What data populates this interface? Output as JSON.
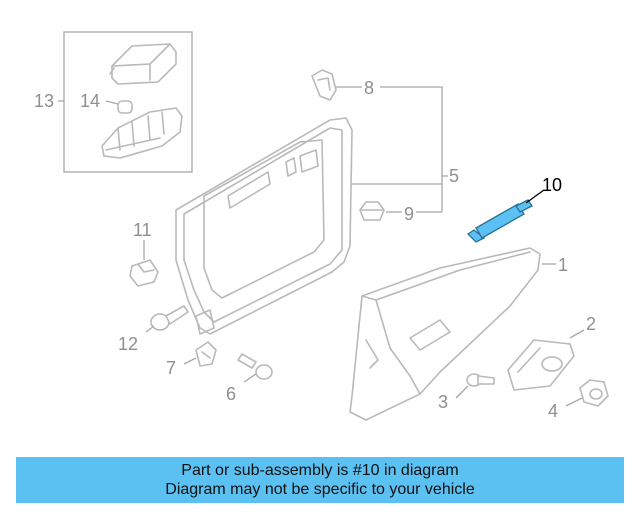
{
  "callouts": {
    "c1": "1",
    "c2": "2",
    "c3": "3",
    "c4": "4",
    "c5": "5",
    "c6": "6",
    "c7": "7",
    "c8": "8",
    "c9": "9",
    "c10": "10",
    "c11": "11",
    "c12": "12",
    "c13": "13",
    "c14": "14"
  },
  "highlighted_part": "10",
  "colors": {
    "highlight": "#5bc0f2",
    "part_outline": "#b9b9b9",
    "banner": "#5bc0f2"
  },
  "banner": {
    "line1": "Part or sub-assembly is #10 in diagram",
    "line2": "Diagram may not be specific to your vehicle"
  }
}
